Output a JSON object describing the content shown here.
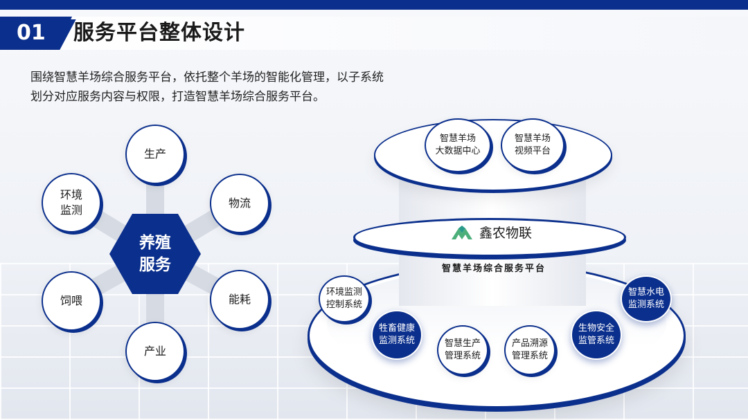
{
  "header": {
    "section_number": "01",
    "title": "服务平台整体设计"
  },
  "intro": {
    "line1": "围绕智慧羊场综合服务平台，依托整个羊场的智能化管理，以子系统",
    "line2": "划分对应服务内容与权限，打造智慧羊场综合服务平台。"
  },
  "hub": {
    "center_line1": "养殖",
    "center_line2": "服务",
    "nodes": {
      "production": "生产",
      "logistics": "物流",
      "energy": "能耗",
      "industry": "产业",
      "feeding": "饲喂",
      "env_line1": "环境",
      "env_line2": "监测"
    }
  },
  "platform": {
    "top": {
      "bigdata_line1": "智慧羊场",
      "bigdata_line2": "大数据中心",
      "video_line1": "智慧羊场",
      "video_line2": "视频平台"
    },
    "brand": "鑫农物联",
    "platform_name": "智慧羊场综合服务平台",
    "systems": {
      "env_line1": "环境监测",
      "env_line2": "控制系统",
      "livestock_line1": "牲畜健康",
      "livestock_line2": "监测系统",
      "production_line1": "智慧生产",
      "production_line2": "管理系统",
      "trace_line1": "产品溯源",
      "trace_line2": "管理系统",
      "biosafety_line1": "生物安全",
      "biosafety_line2": "监管系统",
      "hydro_line1": "智慧水电",
      "hydro_line2": "监测系统"
    }
  },
  "colors": {
    "primary": "#0b2f8c",
    "background": "#f3f5f9"
  },
  "icons": {
    "brand_logo": "mountain-logo-icon"
  }
}
